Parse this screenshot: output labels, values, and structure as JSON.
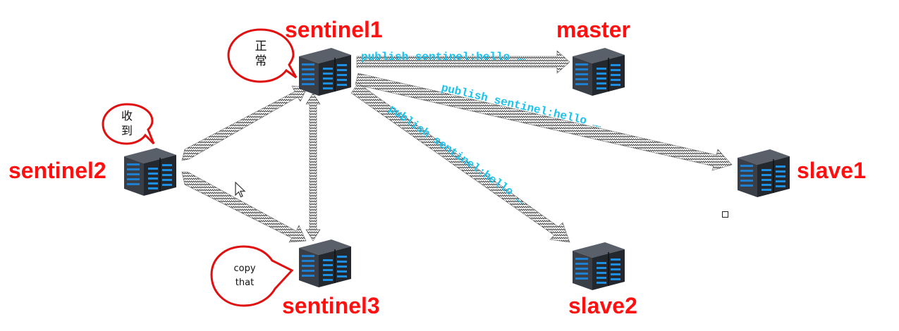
{
  "nodes": {
    "sentinel1": "sentinel1",
    "sentinel2": "sentinel2",
    "sentinel3": "sentinel3",
    "master": "master",
    "slave1": "slave1",
    "slave2": "slave2"
  },
  "bubbles": {
    "sentinel1": "正\n常",
    "sentinel2": "收\n到",
    "sentinel3": "copy\nthat"
  },
  "messages": {
    "to_master": "publish sentinel:hello",
    "to_slave1": "publish sentinel:hello",
    "to_slave2": "publish sentinel:hello",
    "ellipsis": "……"
  },
  "colors": {
    "label": "#ff1010",
    "message": "#19c3f0",
    "server_body": "#2b2f36",
    "server_led": "#1e7fd0"
  },
  "icons": {
    "server": "server-rack-icon",
    "cursor": "mouse-pointer-icon"
  }
}
